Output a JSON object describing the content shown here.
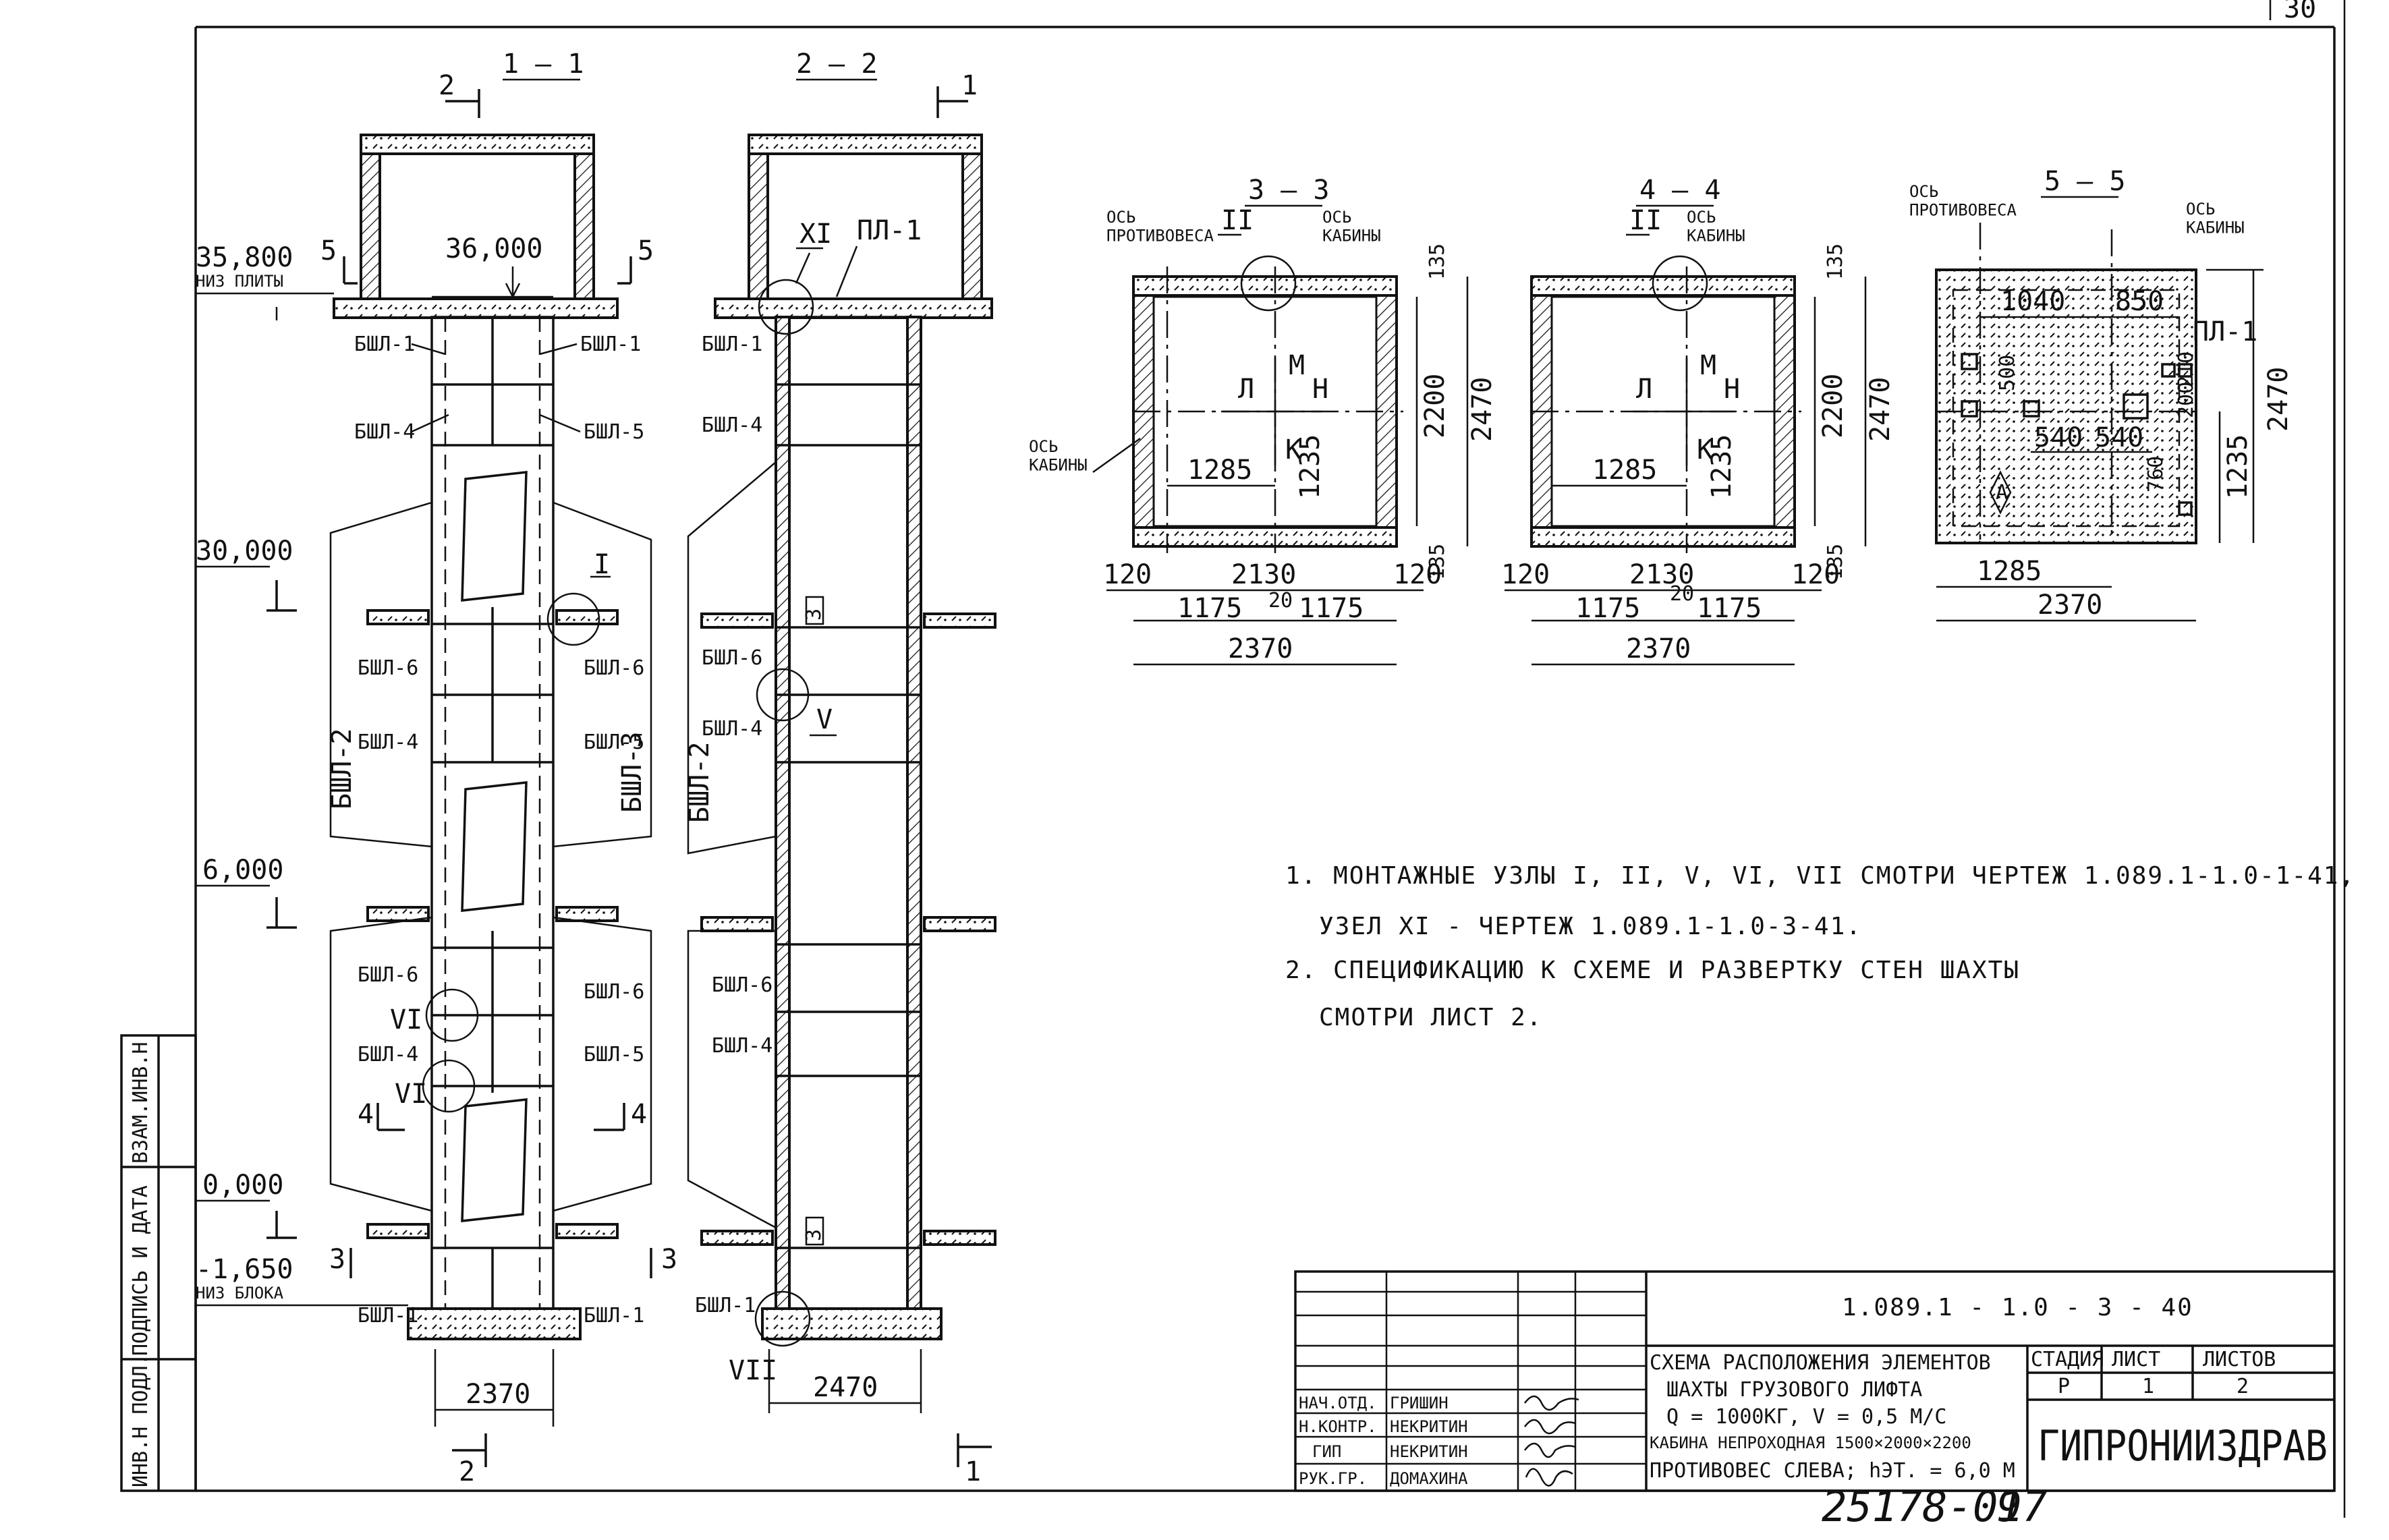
{
  "sheet": {
    "corner_mark": "30",
    "archive_number": "25178-01",
    "page_number": "97"
  },
  "side_stamp": {
    "cells": [
      "ИНВ.Н ПОДЛ.",
      "ПОДПИСЬ И ДАТА",
      "ВЗАМ.ИНВ.Н"
    ]
  },
  "section_1_1": {
    "title": "1 – 1",
    "cut_top": "2",
    "cut_bottom": "2",
    "cut_left": "5",
    "cut_right": "5",
    "cut_4": "4",
    "cut_3": "3",
    "top_elev": "36,000",
    "elev_1": "35,800",
    "elev_1_note": "НИЗ ПЛИТЫ",
    "elev_2": "30,000",
    "elev_3": "6,000",
    "elev_4": "0,000",
    "elev_5": "-1,650",
    "elev_5_note": "НИЗ БЛОКА",
    "labels": [
      "БШЛ-1",
      "БШЛ-1",
      "БШЛ-4",
      "БШЛ-5",
      "БШЛ-6",
      "БШЛ-6",
      "БШЛ-4",
      "БШЛ-5",
      "БШЛ-6",
      "БШЛ-6",
      "БШЛ-4",
      "БШЛ-5",
      "БШЛ-1",
      "БШЛ-1"
    ],
    "side_left": "БШЛ-2",
    "side_right": "БШЛ-3",
    "node_I": "I",
    "node_VI_1": "VI",
    "node_VI_2": "VI",
    "width": "2370"
  },
  "section_2_2": {
    "title": "2 – 2",
    "cut_top": "1",
    "cut_bottom": "1",
    "node_XI": "XI",
    "plate": "ПЛ-1",
    "labels": [
      "БШЛ-1",
      "БШЛ-4",
      "БШЛ-6",
      "БШЛ-4",
      "БШЛ-6",
      "БШЛ-4",
      "БШЛ-1"
    ],
    "side_left": "БШЛ-2",
    "node_V": "V",
    "node_VII": "VII",
    "marker_upper": "3",
    "marker_lower": "3",
    "width": "2470"
  },
  "section_3_3": {
    "title": "3 – 3",
    "axis_counterweight": "ОСЬ\nПРОТИВОВЕСА",
    "axis_cabin_top": "ОСЬ\nКАБИНЫ",
    "axis_cabin_left": "ОСЬ\nКАБИНЫ",
    "node": "II",
    "dir_m": "М",
    "dir_l": "Л",
    "dir_n": "Н",
    "dir_k": "К",
    "d_1285": "1285",
    "d_1235": "1235",
    "d_2200": "2200",
    "d_2470": "2470",
    "d_135a": "135",
    "d_135b": "135",
    "d_120a": "120",
    "d_2130": "2130",
    "d_120b": "120",
    "d_1175a": "1175",
    "d_20": "20",
    "d_1175b": "1175",
    "d_2370": "2370"
  },
  "section_4_4": {
    "title": "4 – 4",
    "axis_cabin": "ОСЬ\nКАБИНЫ",
    "node": "II",
    "dir_m": "М",
    "dir_l": "Л",
    "dir_n": "Н",
    "dir_k": "К",
    "d_1285": "1285",
    "d_1235": "1235",
    "d_2200": "2200",
    "d_2470": "2470",
    "d_135a": "135",
    "d_135b": "135",
    "d_120a": "120",
    "d_2130": "2130",
    "d_120b": "120",
    "d_1175a": "1175",
    "d_20": "20",
    "d_1175b": "1175",
    "d_2370": "2370"
  },
  "section_5_5": {
    "title": "5 – 5",
    "axis_counterweight": "ОСЬ\nПРОТИВОВЕСА",
    "axis_cabin": "ОСЬ\nКАБИНЫ",
    "plate": "ПЛ-1",
    "d_1040": "1040",
    "d_850": "850",
    "d_500": "500",
    "d_210": "210",
    "d_200": "200",
    "d_540a": "540",
    "d_540b": "540",
    "d_760": "760",
    "d_1285": "1285",
    "d_1235": "1235",
    "d_2470": "2470",
    "d_2370": "2370",
    "marker": "А"
  },
  "notes": {
    "line_1": "1. МОНТАЖНЫЕ УЗЛЫ I, II, V, VI, VII СМОТРИ ЧЕРТЕЖ 1.089.1-1.0-1-41,",
    "line_2": "УЗЕЛ XI - ЧЕРТЕЖ 1.089.1-1.0-3-41.",
    "line_3": "2. СПЕЦИФИКАЦИЮ К СХЕМЕ И РАЗВЕРТКУ СТЕН ШАХТЫ",
    "line_4": "СМОТРИ ЛИСТ 2."
  },
  "title_block": {
    "code": "1.089.1 - 1.0 - 3 - 40",
    "description": [
      "СХЕМА РАСПОЛОЖЕНИЯ ЭЛЕМЕНТОВ",
      "ШАХТЫ ГРУЗОВОГО ЛИФТА",
      "Q = 1000КГ, V = 0,5 М/С",
      "КАБИНА НЕПРОХОДНАЯ 1500×2000×2200",
      "ПРОТИВОВЕС СЛЕВА; hЭТ. = 6,0 М"
    ],
    "stage_header": "СТАДИЯ",
    "sheet_header": "ЛИСТ",
    "sheets_header": "ЛИСТОВ",
    "stage": "Р",
    "sheet": "1",
    "sheets": "2",
    "organization": "ГИПРОНИИЗДРАВ",
    "people": [
      {
        "role": "НАЧ.ОТД.",
        "name": "ГРИШИН"
      },
      {
        "role": "Н.КОНТР.",
        "name": "НЕКРИТИН"
      },
      {
        "role": "ГИП",
        "name": "НЕКРИТИН"
      },
      {
        "role": "РУК.ГР.",
        "name": "ДОМАХИНА"
      }
    ]
  }
}
